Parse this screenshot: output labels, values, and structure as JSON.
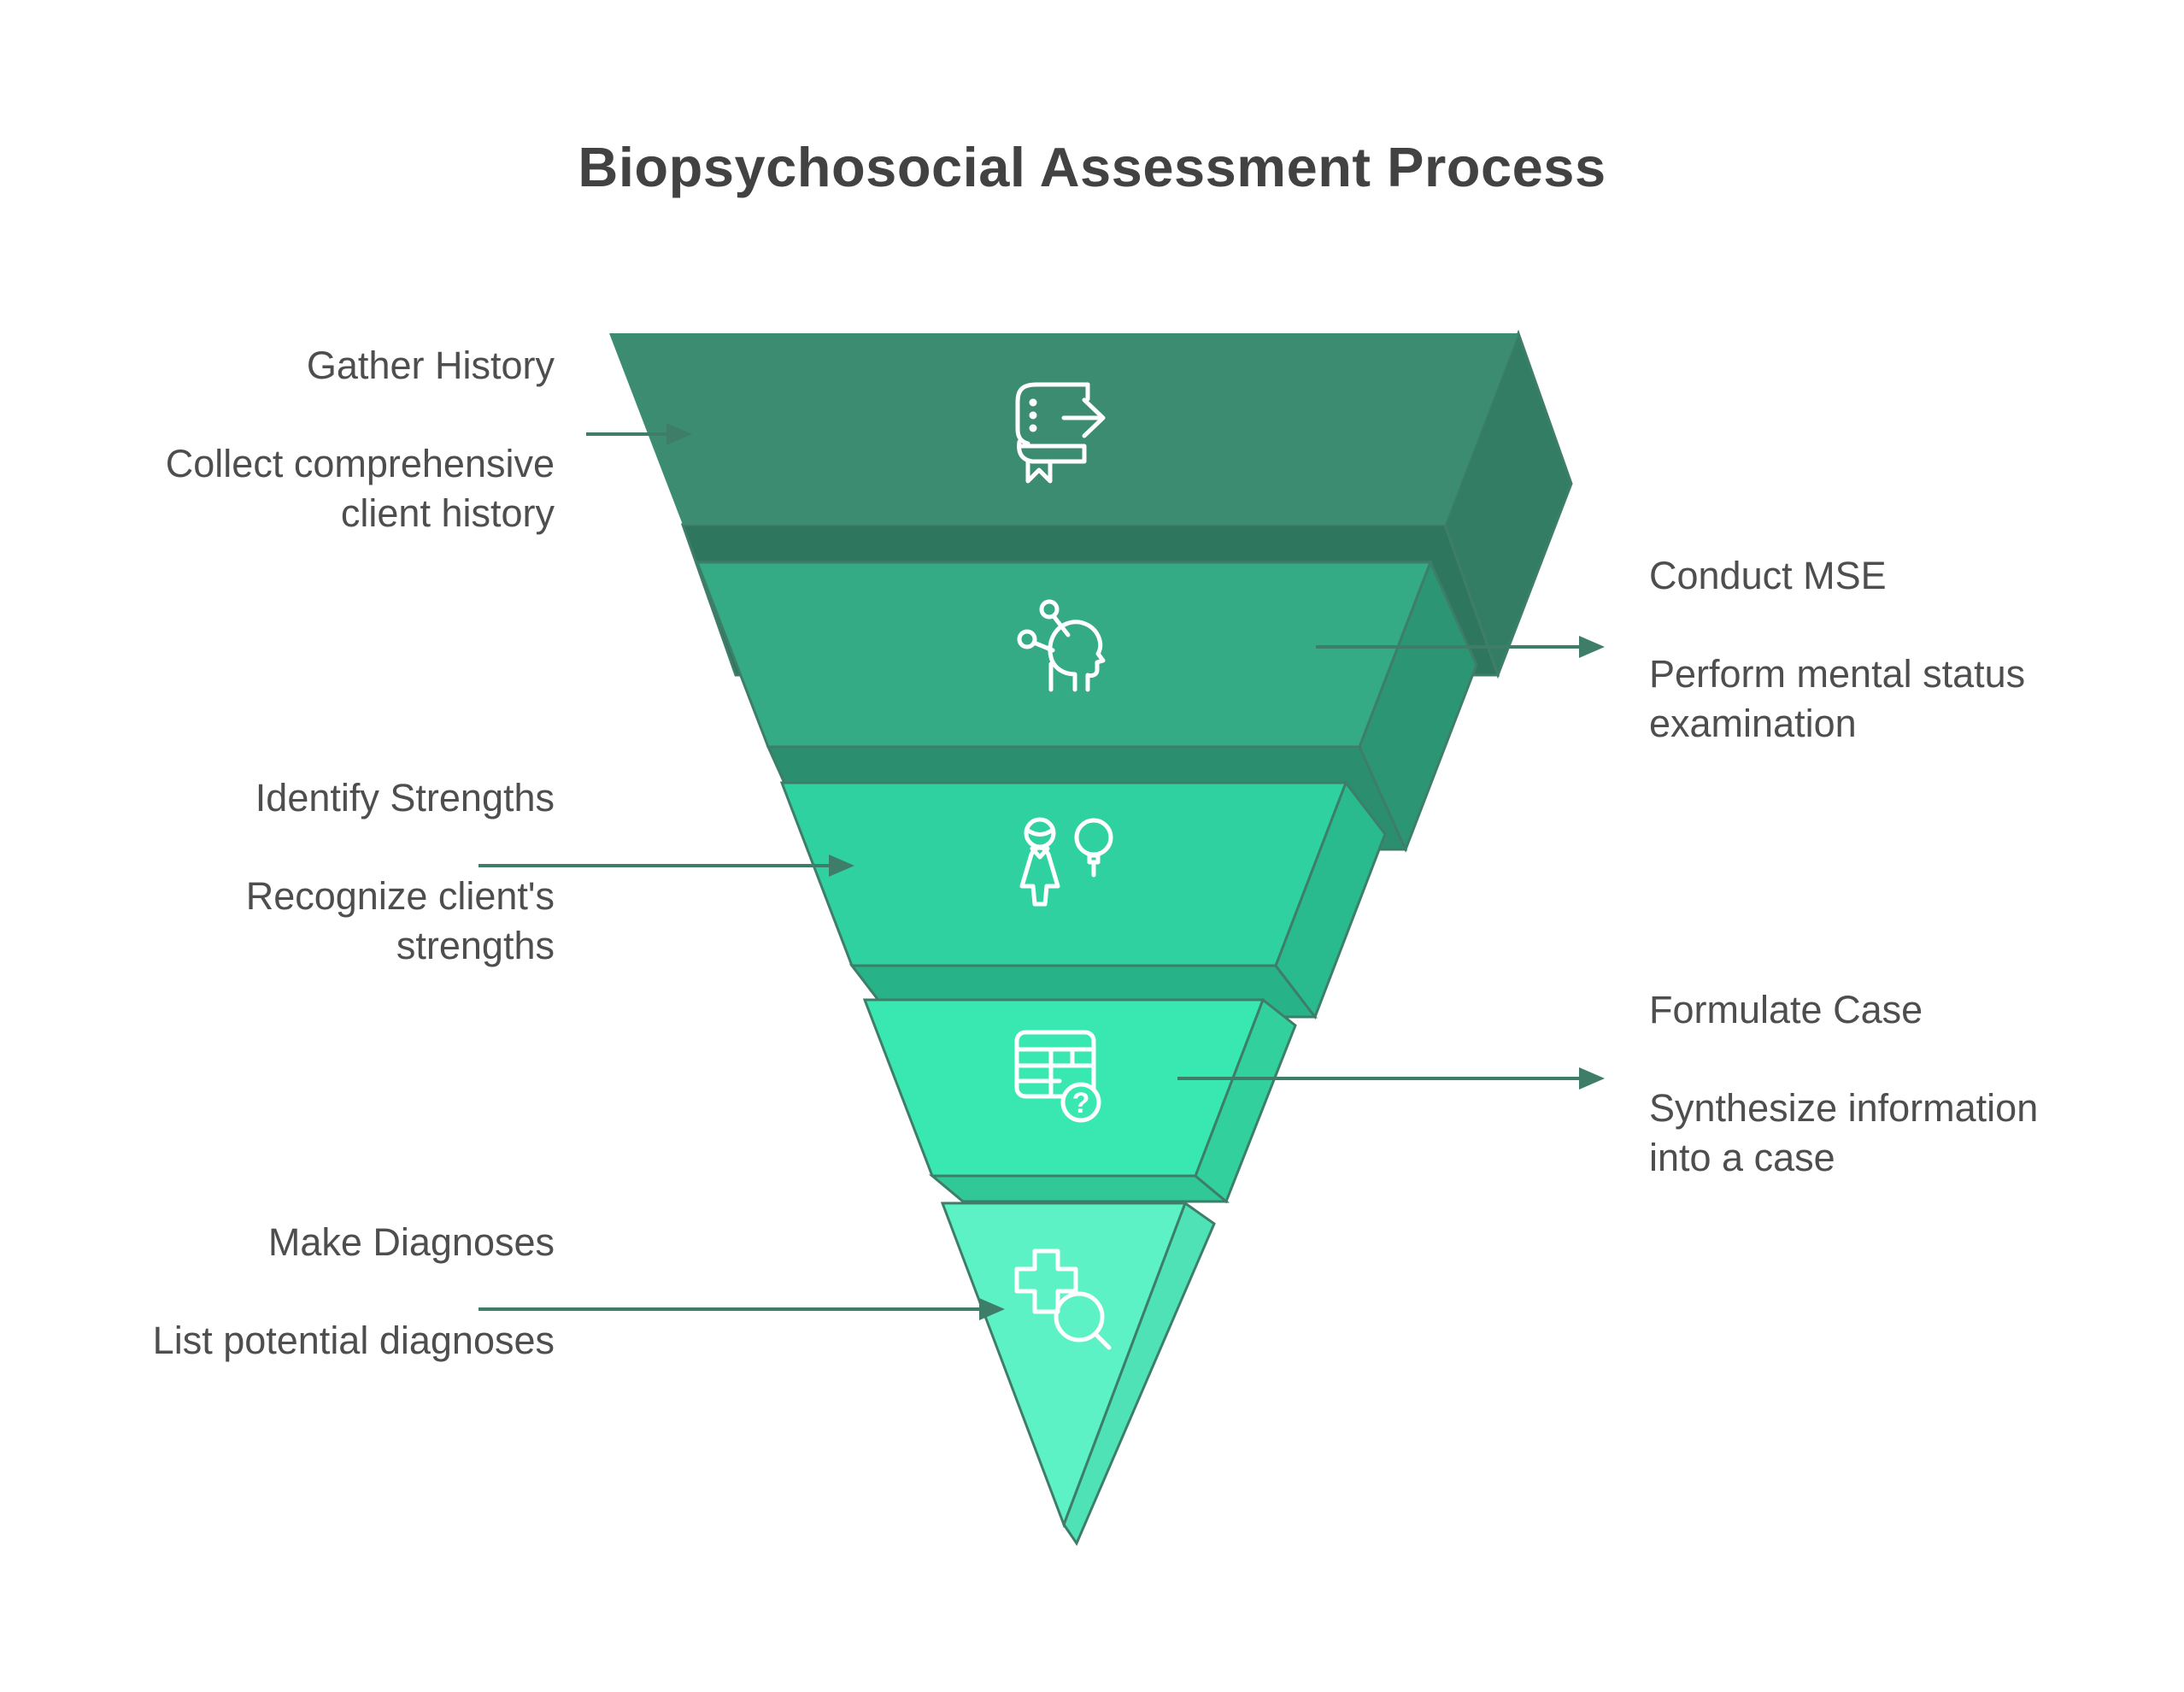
{
  "title": "Biopsychosocial Assessment Process",
  "colors": {
    "background": "#FFFFFF",
    "title_text": "#424242",
    "label_text": "#4E4E4E",
    "outline": "#3E7E69",
    "arrow": "#3E7E69",
    "icon_stroke": "#FFFFFF"
  },
  "funnel": {
    "tiers": [
      {
        "label": "Gather History",
        "description": "Collect comprehensive client history",
        "description_lines": [
          "Collect comprehensive",
          "client history"
        ],
        "face_color": "#3B8C71",
        "side_color": "#337D64",
        "band_color": "#2F765E",
        "icon": "book-export-icon"
      },
      {
        "label": "Conduct MSE",
        "description": "Perform mental status examination",
        "description_lines": [
          "Perform mental status",
          "examination"
        ],
        "face_color": "#34AA85",
        "side_color": "#2C9574",
        "band_color": "#2A8E6F",
        "icon": "head-mind-icon"
      },
      {
        "label": "Identify Strengths",
        "description": "Recognize client's strengths",
        "description_lines": [
          "Recognize client's",
          "strengths"
        ],
        "face_color": "#2FD1A0",
        "side_color": "#29BA8D",
        "band_color": "#27B287",
        "icon": "person-balloon-icon"
      },
      {
        "label": "Formulate Case",
        "description": "Synthesize information into a case",
        "description_lines": [
          "Synthesize information",
          "into a case"
        ],
        "face_color": "#39E8B1",
        "side_color": "#31D09C",
        "band_color": "#2FC896",
        "icon": "table-question-icon",
        "icon_glyph": "?"
      },
      {
        "label": "Make Diagnoses",
        "description": "List potential diagnoses",
        "description_lines": [
          "List potential diagnoses"
        ],
        "face_color": "#5CF2C6",
        "side_color": "#4FE2B6",
        "band_color": "#4FE2B6",
        "icon": "cross-magnifier-icon"
      }
    ]
  }
}
